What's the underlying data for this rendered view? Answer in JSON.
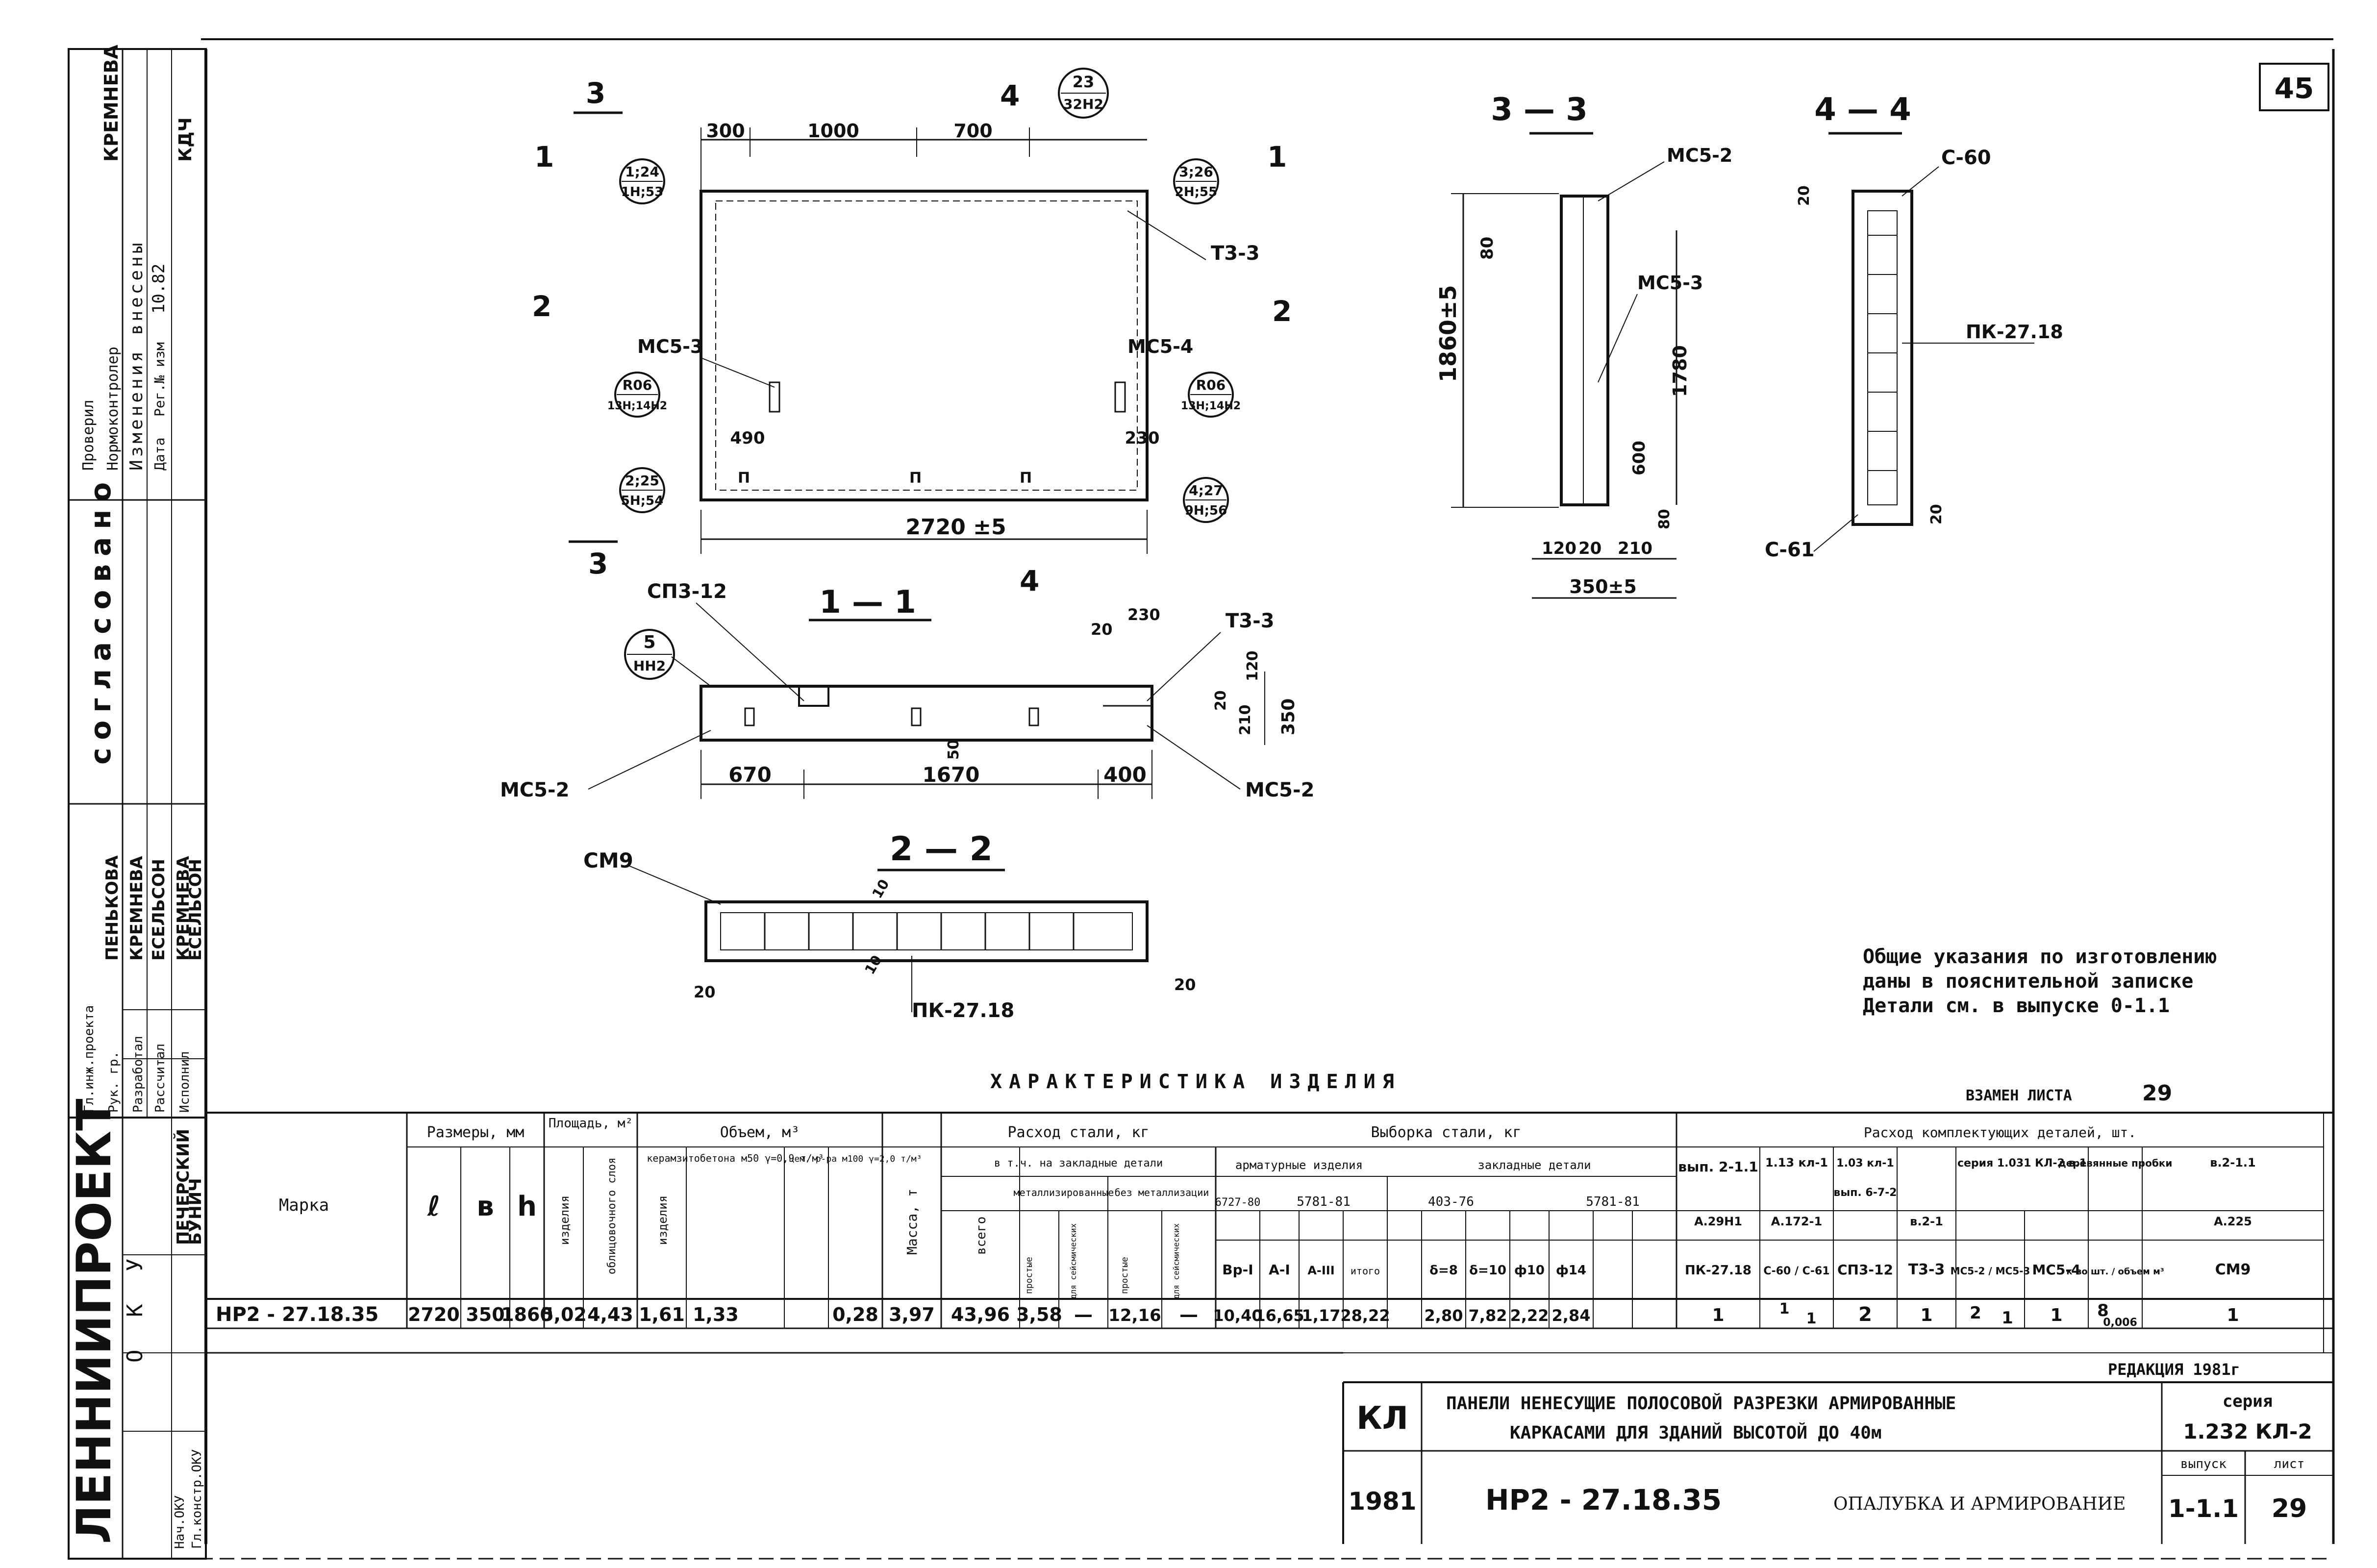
{
  "sheet_number": "45",
  "org": "ЛЕННИИПРОЕКТ",
  "left_block": {
    "agreed": "согласовано",
    "approvals": [
      "Проверил",
      "Нормоконтролер",
      "Изменения внесены",
      "Дата",
      "Рег.№ изм"
    ],
    "cols": [
      "Гл.инж.проекта",
      "Рук. гр."
    ],
    "roles": [
      "Разработал",
      "Рассчитал",
      "Исполнил"
    ],
    "names": [
      "ПЕНЬКОВА",
      "КРЕМНЕВА",
      "ЕСЕЛЬСОН",
      "КРЕМНЕВА",
      "ЕСЕЛЬСОН"
    ],
    "signatures": [
      "КРЕМНЕВА",
      "КДЧ"
    ],
    "lower": [
      "ПЕЧЕРСКИЙ",
      "БУНИЧ"
    ],
    "extra": [
      "Нач.ОКУ",
      "Гл.констр.ОКУ"
    ],
    "date": "10.82",
    "okr": "О К У"
  },
  "plan": {
    "dims_top": [
      "300",
      "1000",
      "700"
    ],
    "overall": "2720 ±5",
    "left_dim": "490",
    "right_dim": "230",
    "callouts": [
      {
        "top": "1;24",
        "bottom": "1Н;53"
      },
      {
        "top": "3;26",
        "bottom": "2Н;55"
      },
      {
        "top": "R06",
        "bottom": "13Н;14Н2"
      },
      {
        "top": "R06",
        "bottom": "13Н;14Н2"
      },
      {
        "top": "2;25",
        "bottom": "5Н;54"
      },
      {
        "top": "4;27",
        "bottom": "9Н;56"
      },
      {
        "top": "23",
        "bottom": "32Н2"
      }
    ],
    "labels": [
      "МС5-3",
      "МС5-4",
      "Т3-3",
      "П",
      "П",
      "П"
    ],
    "section_marks": [
      "3",
      "1",
      "2",
      "4",
      "1",
      "2",
      "3",
      "4"
    ]
  },
  "section_11": {
    "title": "1 — 1",
    "callout": {
      "top": "5",
      "bottom": "НН2"
    },
    "labels": [
      "СП3-12",
      "Т3-3",
      "МС5-2",
      "МС5-2"
    ],
    "dims_bottom": [
      "670",
      "1670",
      "400"
    ],
    "dims_side": [
      "20",
      "230",
      "120",
      "20",
      "210",
      "350",
      "50"
    ]
  },
  "section_22": {
    "title": "2 — 2",
    "labels": [
      "СМ9",
      "ПК-27.18"
    ],
    "dims": [
      "20",
      "10",
      "10",
      "20"
    ]
  },
  "section_33": {
    "title": "3 — 3",
    "labels": [
      "МС5-2",
      "МС5-3"
    ],
    "dims": [
      "80",
      "1860±5",
      "1780",
      "600",
      "80",
      "120",
      "20",
      "210",
      "350±5"
    ]
  },
  "section_44": {
    "title": "4 — 4",
    "labels": [
      "С-60",
      "ПК-27.18",
      "С-61"
    ],
    "dims": [
      "20",
      "20"
    ]
  },
  "notes": [
    "Общие указания по изготовлению",
    "даны в пояснительной записке",
    "Детали см. в выпуске 0-1.1"
  ],
  "instead_of": {
    "label": "ВЗАМЕН ЛИСТА",
    "value": "29"
  },
  "table": {
    "title": "ХАРАКТЕРИСТИКА ИЗДЕЛИЯ",
    "headers": {
      "marka": "Марка",
      "sizes": "Размеры, мм",
      "area": "Площадь, м²",
      "volume": "Объем, м³",
      "mass": "Масса, т",
      "steel": "Расход стали, кг",
      "selection": "Выборка стали, кг",
      "components": "Расход комплектующих деталей, шт."
    },
    "sub_headers": [
      "ℓ",
      "в",
      "h",
      "изделия",
      "облицовочного слоя",
      "изделия",
      "керамзитобетона м50 γ=0,9 т/м³",
      "цем. р-ра м100 γ=2,0 т/м³",
      "всего",
      "в т.ч. на закладные детали",
      "металлизированные",
      "без металлизации",
      "арматурные изделия",
      "закладные детали",
      "вып. 2-1.1",
      "1.13 кл-1",
      "1.03 кл-1",
      "серия 1.031 КЛ-2 в.1",
      "деревянные пробки",
      "в.2-1.1"
    ],
    "sub2": [
      "простые",
      "для сейсмических",
      "простые",
      "для сейсмических",
      "6727-80",
      "5781-81",
      "403-76",
      "5781-81",
      "А.29Н1",
      "А.172-1",
      "вып. 6-7-2",
      "в.2-1",
      "А.225"
    ],
    "sub3": [
      "Вр-I",
      "А-I",
      "А-III",
      "итого",
      "δ=8",
      "δ=10",
      "ф10",
      "ф14",
      "ПК-27.18",
      "С-60 / С-61",
      "СП3-12",
      "Т3-3",
      "МС5-2 / МС5-3",
      "МС5-4",
      "к-во шт. / объем м³",
      "СМ9"
    ],
    "row": {
      "marka": "НР2 - 27.18.35",
      "l": "2720",
      "b": "350",
      "h": "1860",
      "area_item": "5,02",
      "area_face": "4,43",
      "vol_item": "1,61",
      "vol_keram": "1,33",
      "vol_cem": "0,28",
      "mass": "3,97",
      "steel_total": "43,96",
      "met_simple": "3,58",
      "met_seis": "—",
      "nonmet_simple": "12,16",
      "nonmet_seis": "—",
      "vr1": "10,40",
      "a1": "16,65",
      "a3": "1,17",
      "itogo": "28,22",
      "d8": "2,80",
      "d10": "7,82",
      "f10": "2,22",
      "f14": "2,84",
      "pk": "1",
      "s60": "1",
      "s61": "1",
      "sp3": "2",
      "t3": "1",
      "mc52": "2",
      "mc53": "1",
      "mc54": "1",
      "probki_n": "8",
      "probki_v": "0,006",
      "cm9": "1"
    }
  },
  "redaction": "РЕДАКЦИЯ 1981г",
  "title_block": {
    "kl": "КЛ",
    "year": "1981",
    "name_line1": "ПАНЕЛИ НЕНЕСУЩИЕ ПОЛОСОВОЙ РАЗРЕЗКИ АРМИРОВАННЫЕ",
    "name_line2": "КАРКАСАМИ ДЛЯ ЗДАНИЙ ВЫСОТОЙ ДО 40м",
    "marka": "НР2 - 27.18.35",
    "subject": "ОПАЛУБКА И АРМИРОВАНИЕ",
    "series_label": "серия",
    "series": "1.232 КЛ-2",
    "issue_label": "выпуск",
    "issue": "1-1.1",
    "sheet_label": "лист",
    "sheet": "29"
  }
}
